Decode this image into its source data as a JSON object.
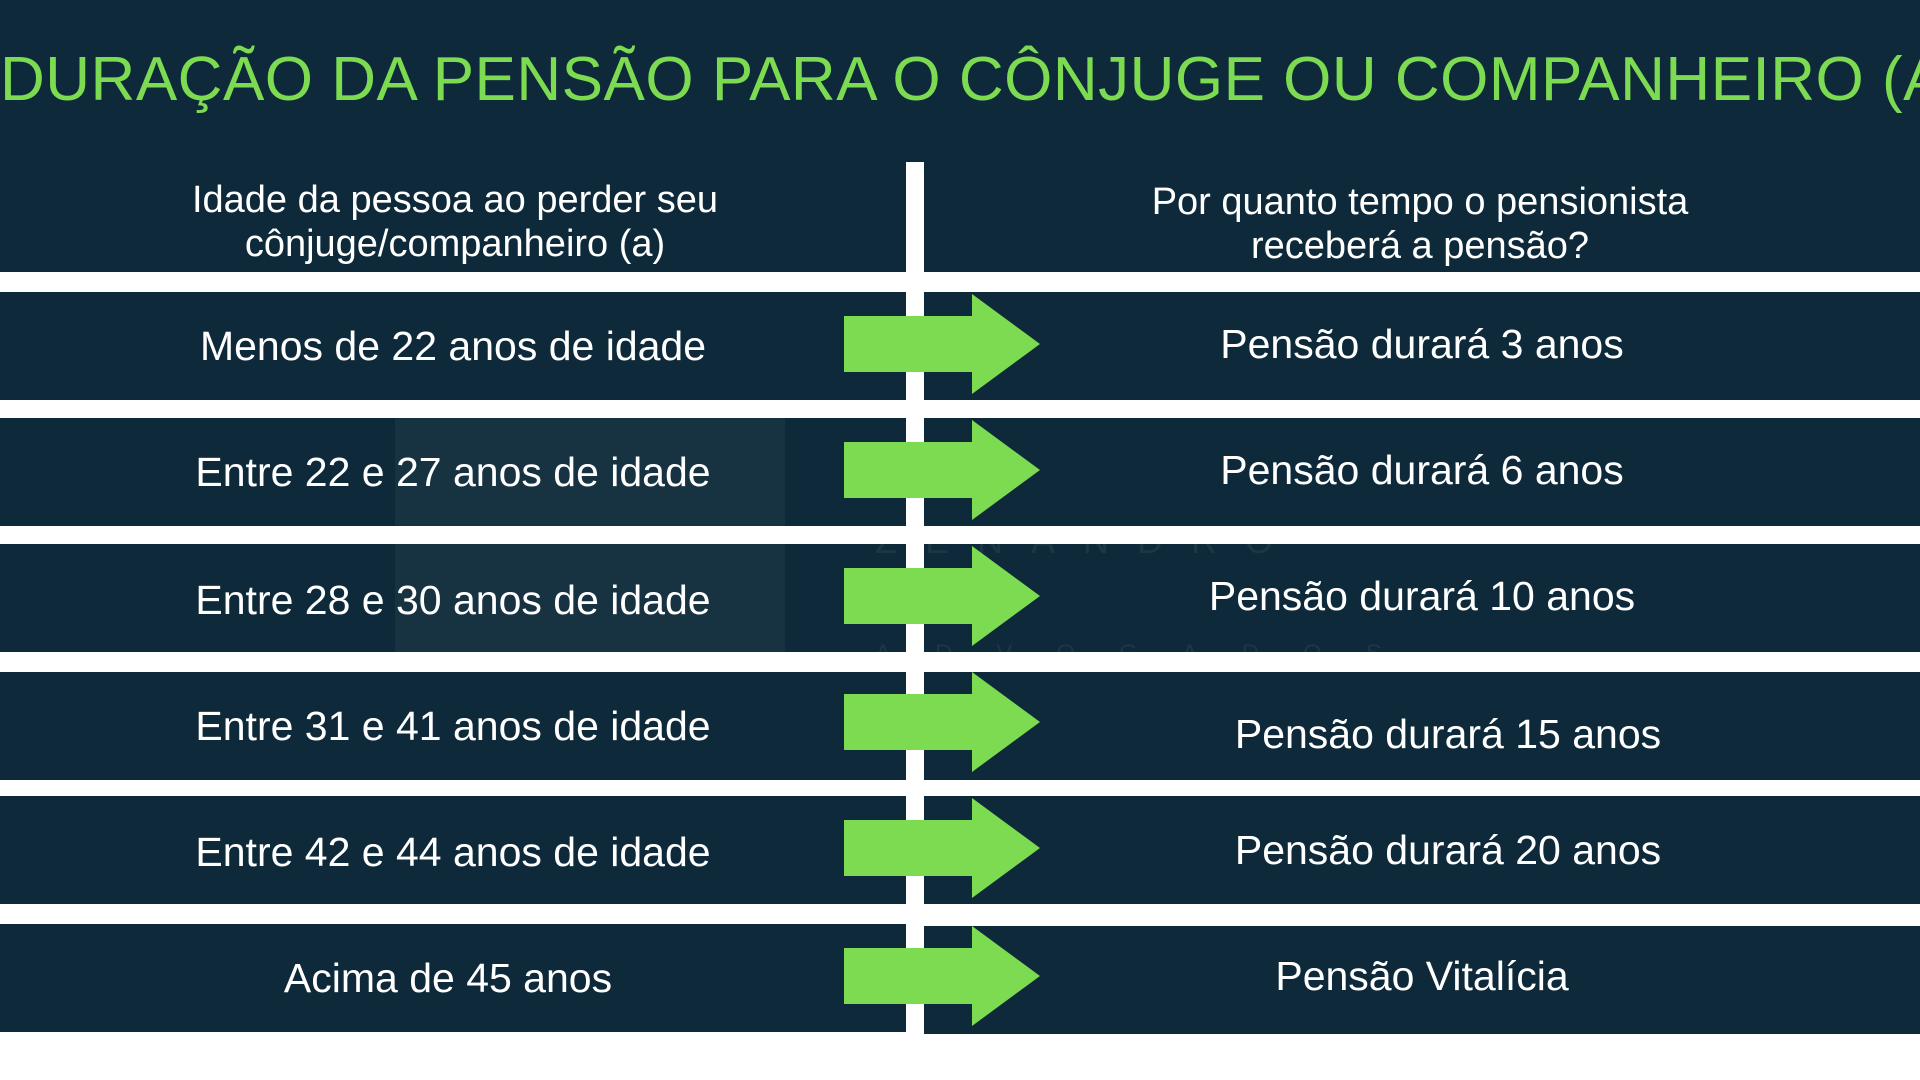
{
  "title": "DURAÇÃO DA PENSÃO PARA O CÔNJUGE OU COMPANHEIRO (A)",
  "header": {
    "left": "Idade da pessoa ao perder seu\ncônjuge/companheiro (a)",
    "right": "Por quanto tempo o pensionista\nreceberá a pensão?"
  },
  "rows": [
    {
      "age": "Menos de 22 anos de idade",
      "duration": "Pensão durará 3 anos"
    },
    {
      "age": "Entre 22 e 27 anos de idade",
      "duration": "Pensão durará 6 anos"
    },
    {
      "age": "Entre 28 e 30 anos de idade",
      "duration": "Pensão durará 10 anos"
    },
    {
      "age": "Entre 31 e 41 anos de idade",
      "duration": "Pensão durará 15 anos"
    },
    {
      "age": "Entre 42 e 44 anos de idade",
      "duration": "Pensão durará 20 anos"
    },
    {
      "age": "Acima de 45 anos",
      "duration": "Pensão Vitalícia"
    }
  ],
  "watermark": {
    "name": "ZENANDRO",
    "subtitle": "ADVOGADOS"
  },
  "colors": {
    "navy": "#0e2a3a",
    "green": "#7ddb52",
    "white": "#ffffff"
  },
  "icons": {
    "arrow": "right-arrow-icon"
  }
}
